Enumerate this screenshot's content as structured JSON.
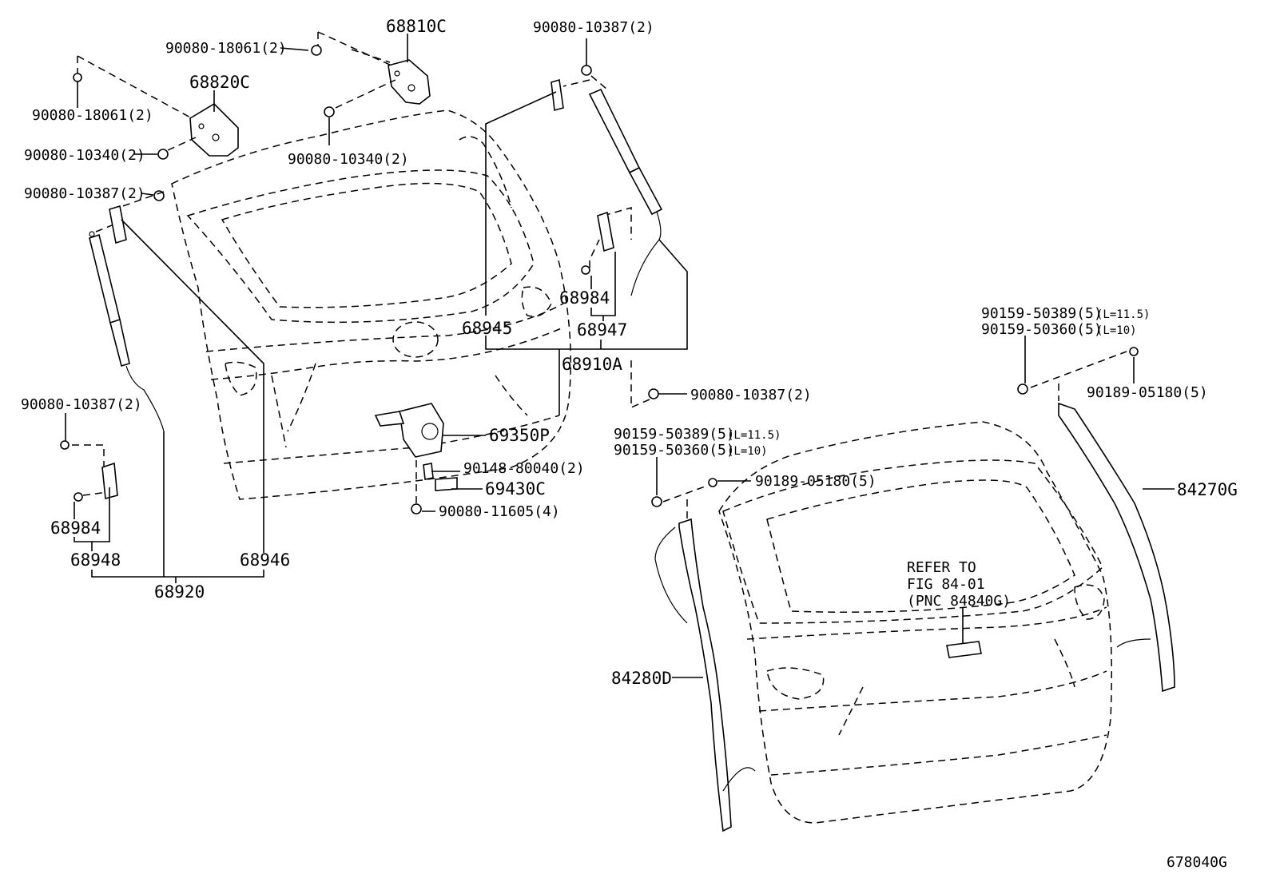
{
  "figure": {
    "figure_id": "678040G",
    "refer_note": [
      "REFER TO",
      "FIG 84-01",
      "(PNC 84840G)"
    ]
  },
  "labels": {
    "p68810C": "68810C",
    "p68820C": "68820C",
    "b18061_top": "90080-18061(2)",
    "b18061_left": "90080-18061(2)",
    "b10340_left": "90080-10340(2)",
    "b10340_mid": "90080-10340(2)",
    "b10387_top": "90080-10387(2)",
    "b10387_left": "90080-10387(2)",
    "b10387_lower": "90080-10387(2)",
    "b10387_right": "90080-10387(2)",
    "p68984_left": "68984",
    "p68948": "68948",
    "p68920": "68920",
    "p68946": "68946",
    "p68945": "68945",
    "p68984_right": "68984",
    "p68947": "68947",
    "p68910A": "68910A",
    "p69350P": "69350P",
    "b80040": "90148-80040(2)",
    "p69430C": "69430C",
    "b11605": "90080-11605(4)",
    "s50389_right": "90159-50389(5)",
    "s50389_right_len": "(L=11.5)",
    "s50360_right": "90159-50360(5)",
    "s50360_right_len": "(L=10)",
    "c05180_right": "90189-05180(5)",
    "s50389_mid": "90159-50389(5)",
    "s50389_mid_len": "(L=11.5)",
    "s50360_mid": "90159-50360(5)",
    "s50360_mid_len": "(L=10)",
    "c05180_mid": "90189-05180(5)",
    "p84270G": "84270G",
    "p84280D": "84280D"
  }
}
